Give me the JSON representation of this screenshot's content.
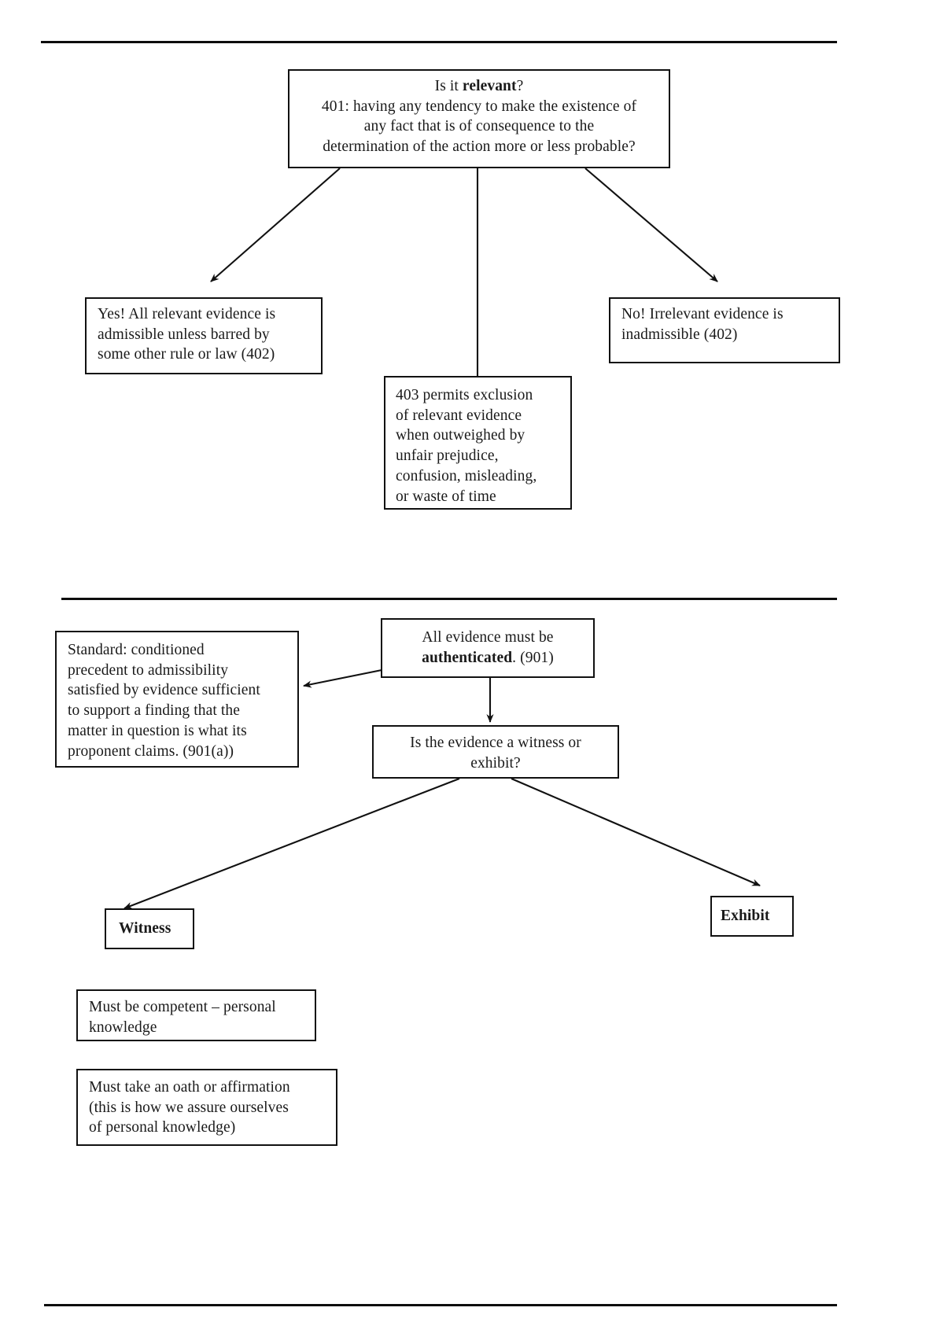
{
  "document": {
    "title": "Evidence Admissibility Flowchart",
    "rules": [
      {
        "name": "top-rule"
      },
      {
        "name": "middle-rule"
      },
      {
        "name": "bottom-rule"
      }
    ]
  },
  "section_relevance": {
    "root_box": {
      "line1_prefix": "Is it ",
      "line1_bold": "relevant",
      "line1_suffix": "?",
      "line2": "401: having any tendency to make the existence of",
      "line3": "any fact that is of consequence to the",
      "line4": "determination of the action more or less probable?"
    },
    "yes_box": {
      "line1": "Yes! All relevant evidence is",
      "line2": "admissible unless barred by",
      "line3": "some other rule or law (402)"
    },
    "no_box": {
      "line1": "No! Irrelevant evidence is",
      "line2": "inadmissible (402)"
    },
    "rule403_box": {
      "line1": "403 permits exclusion",
      "line2": "of relevant evidence",
      "line3": "when outweighed by",
      "line4": "unfair prejudice,",
      "line5": "confusion, misleading,",
      "line6": "or waste of time"
    }
  },
  "section_authentication": {
    "auth_box": {
      "line1": "All evidence must be",
      "line2_bold": "authenticated",
      "line2_suffix": ". (901)"
    },
    "standard_box": {
      "line1": "Standard: conditioned",
      "line2": "precedent to admissibility",
      "line3": "satisfied by evidence sufficient",
      "line4": "to support a finding that the",
      "line5": "matter in question is what its",
      "line6": "proponent claims. (901(a))"
    },
    "question_box": {
      "line1": "Is the evidence a witness or",
      "line2": "exhibit?"
    },
    "witness_box": {
      "label": "Witness"
    },
    "exhibit_box": {
      "label": "Exhibit"
    },
    "competent_box": {
      "line1": "Must be competent – personal",
      "line2": "knowledge"
    },
    "oath_box": {
      "line1": "Must take an oath or affirmation",
      "line2": "(this is how we assure ourselves",
      "line3": "of personal knowledge)"
    }
  },
  "colors": {
    "ink": "#111111",
    "paper": "#ffffff"
  }
}
